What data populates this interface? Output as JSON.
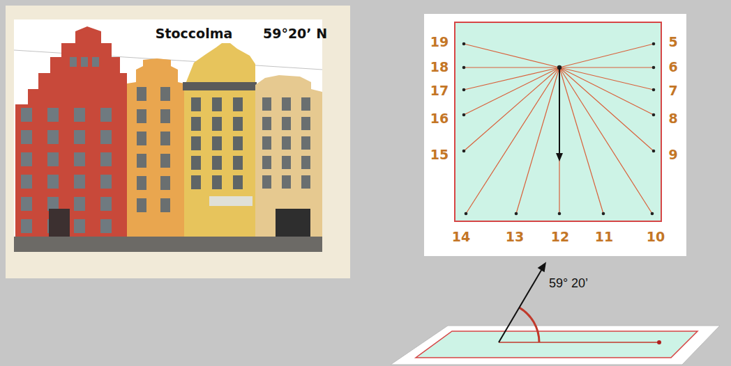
{
  "diagram": {
    "labels": [
      "Stoccolma",
      "59°20’ N",
      "19",
      "18",
      "17",
      "16",
      "15",
      "5",
      "6",
      "7",
      "8",
      "9",
      "14",
      "13",
      "12",
      "11",
      "10",
      "59° 20’"
    ]
  }
}
